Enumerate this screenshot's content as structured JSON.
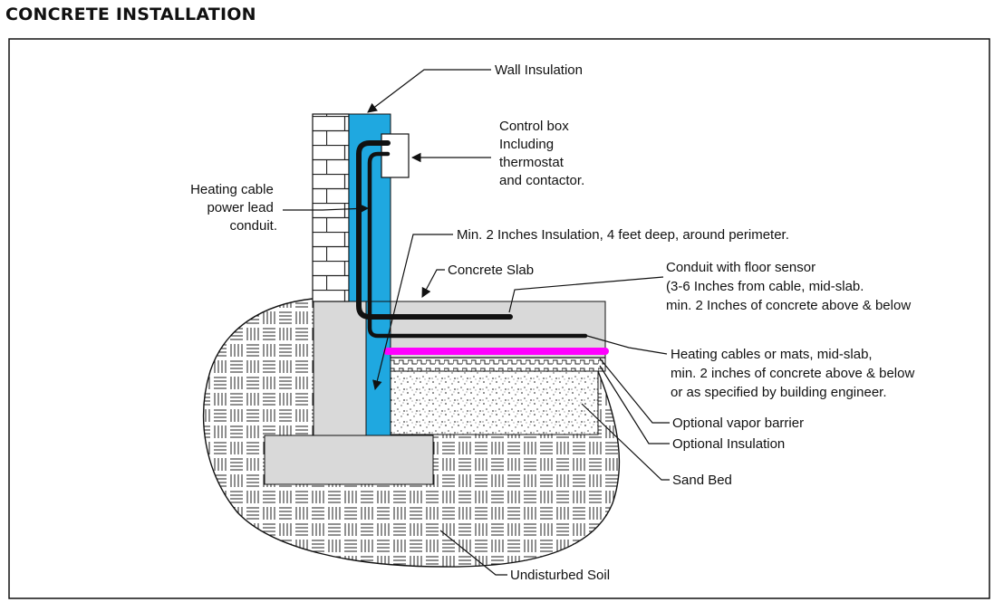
{
  "title": "CONCRETE INSTALLATION",
  "labels": {
    "wall_insulation": "Wall Insulation",
    "control_box": [
      "Control box",
      "Including",
      "thermostat",
      "and contactor."
    ],
    "heating_cable_conduit": [
      "Heating cable",
      "power lead",
      "conduit."
    ],
    "min_insulation": "Min. 2 Inches Insulation, 4 feet deep, around perimeter.",
    "concrete_slab": "Concrete Slab",
    "conduit_sensor": [
      "Conduit with floor sensor",
      "(3-6 Inches from cable, mid-slab.",
      "min. 2 Inches of concrete above & below"
    ],
    "heating_cables": [
      "Heating cables or mats, mid-slab,",
      "min. 2 inches of concrete above & below",
      "or as specified by building engineer."
    ],
    "vapor_barrier": "Optional vapor barrier",
    "optional_insulation": "Optional Insulation",
    "sand_bed": "Sand Bed",
    "undisturbed_soil": "Undisturbed Soil"
  },
  "colors": {
    "insulation": "#1fa8e0",
    "heating_mat": "#ff00ff",
    "concrete": "#d9d9d9",
    "line": "#111111"
  }
}
